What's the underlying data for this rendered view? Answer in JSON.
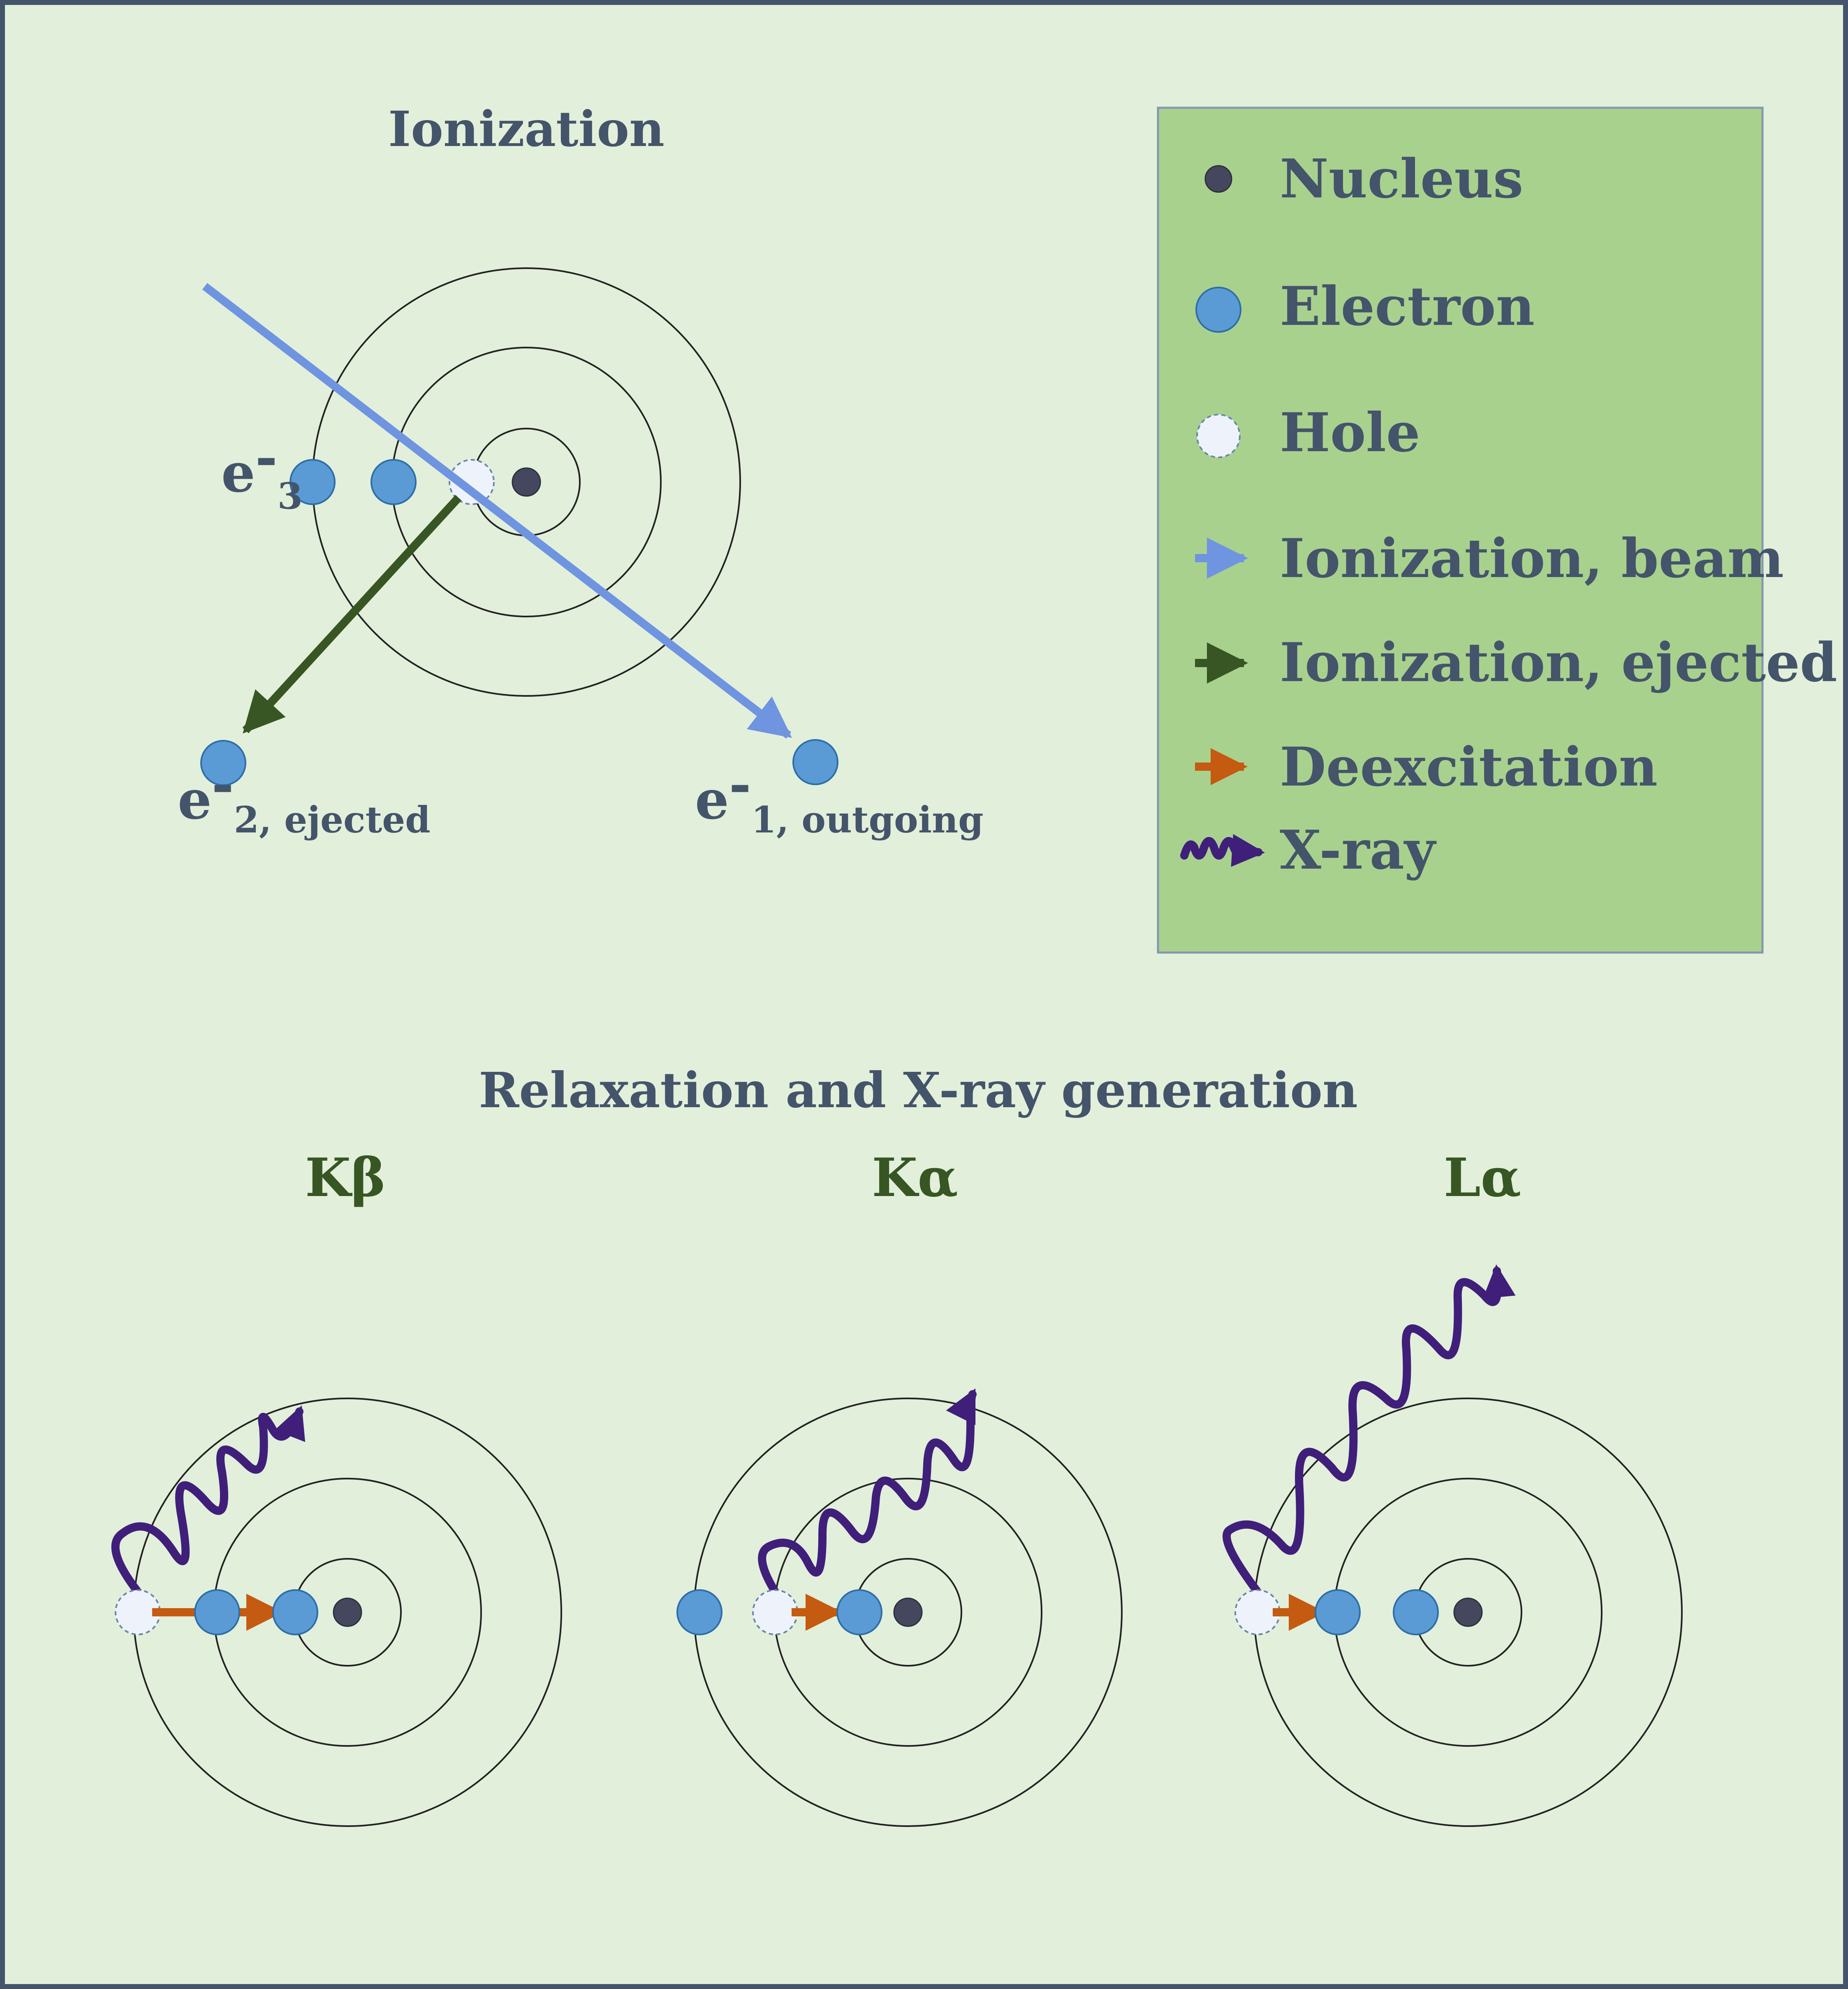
{
  "titles": {
    "ionization": "Ionization",
    "relaxation": "Relaxation and X-ray generation"
  },
  "electron_labels": {
    "e3_base": "e",
    "e3_sup": "-",
    "e3_sub": "3",
    "e2_base": "e",
    "e2_sup": "-",
    "e2_sub": "2, ejected",
    "e1_base": "e",
    "e1_sup": "-",
    "e1_sub": "1, outgoing"
  },
  "panels": {
    "kbeta": "Kβ",
    "kalpha": "Kα",
    "lalpha": "Lα"
  },
  "legend": {
    "nucleus": "Nucleus",
    "electron": "Electron",
    "hole": "Hole",
    "beam": "Ionization, beam",
    "ejected": "Ionization, ejected",
    "deexcitation": "Deexcitation",
    "xray": "X-ray"
  },
  "colors": {
    "background": "#e2efda",
    "legend_bg": "#a9d18e",
    "border": "#44546a",
    "beam": "#6f94e0",
    "ejected": "#375623",
    "deexcitation": "#c55a11",
    "xray": "#3f1f7a",
    "electron": "#5b9bd5",
    "nucleus": "#44475e"
  }
}
